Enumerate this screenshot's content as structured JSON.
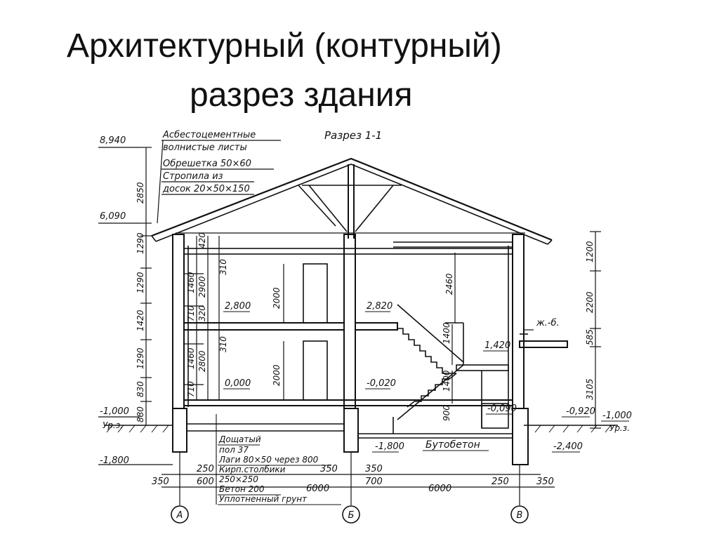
{
  "slide": {
    "title_line1": "Архитектурный (контурный)",
    "title_line2": "разрез здания"
  },
  "drawing": {
    "section_title": "Разрез 1-1",
    "roof_notes": [
      "Асбестоцементные",
      "волнистые листы",
      "Обрешетка 50×60",
      "Стропила из",
      "досок 20×50×150"
    ],
    "floor_notes": [
      "Дощатый",
      "пол 37",
      "Лаги 80×50 через 800",
      "Кирп.столбики",
      "250×250",
      "Бетон 200",
      "Уплотненный грунт"
    ],
    "butobeton": "Бутобетон",
    "zhb": "ж.-б.",
    "ground_label": "Ур.з.",
    "levels": {
      "ridge": "8,940",
      "eave": "6,090",
      "ground_left": "-1,000",
      "base_left": "-1,800",
      "floor1": "0,000",
      "floor2": "2,800",
      "floor1_right": "-0,020",
      "floor2_right": "2,820",
      "landing": "1,420",
      "stair_bottom": "-0,090",
      "ground_right_inner": "-0,920",
      "ground_right": "-1,000",
      "base_right": "-2,400",
      "base_mid": "-1,800"
    },
    "left_dims": [
      "2850",
      "1290",
      "1290",
      "1420",
      "1290",
      "830",
      "880"
    ],
    "inner_left_dims": [
      "420",
      "310",
      "1460",
      "2900",
      "710",
      "320",
      "310",
      "1460",
      "2800",
      "710"
    ],
    "door_dims": [
      "2000",
      "2000"
    ],
    "stair_dims": [
      "2460",
      "1400",
      "1400",
      "900"
    ],
    "right_dims": [
      "1200",
      "2200",
      "585",
      "3105"
    ],
    "bottom_dims": {
      "left": [
        "350",
        "250",
        "600"
      ],
      "middle": [
        "350",
        "6000",
        "350",
        "700"
      ],
      "right": [
        "250",
        "350",
        "6000"
      ]
    },
    "axes": [
      "А",
      "Б",
      "В"
    ]
  }
}
